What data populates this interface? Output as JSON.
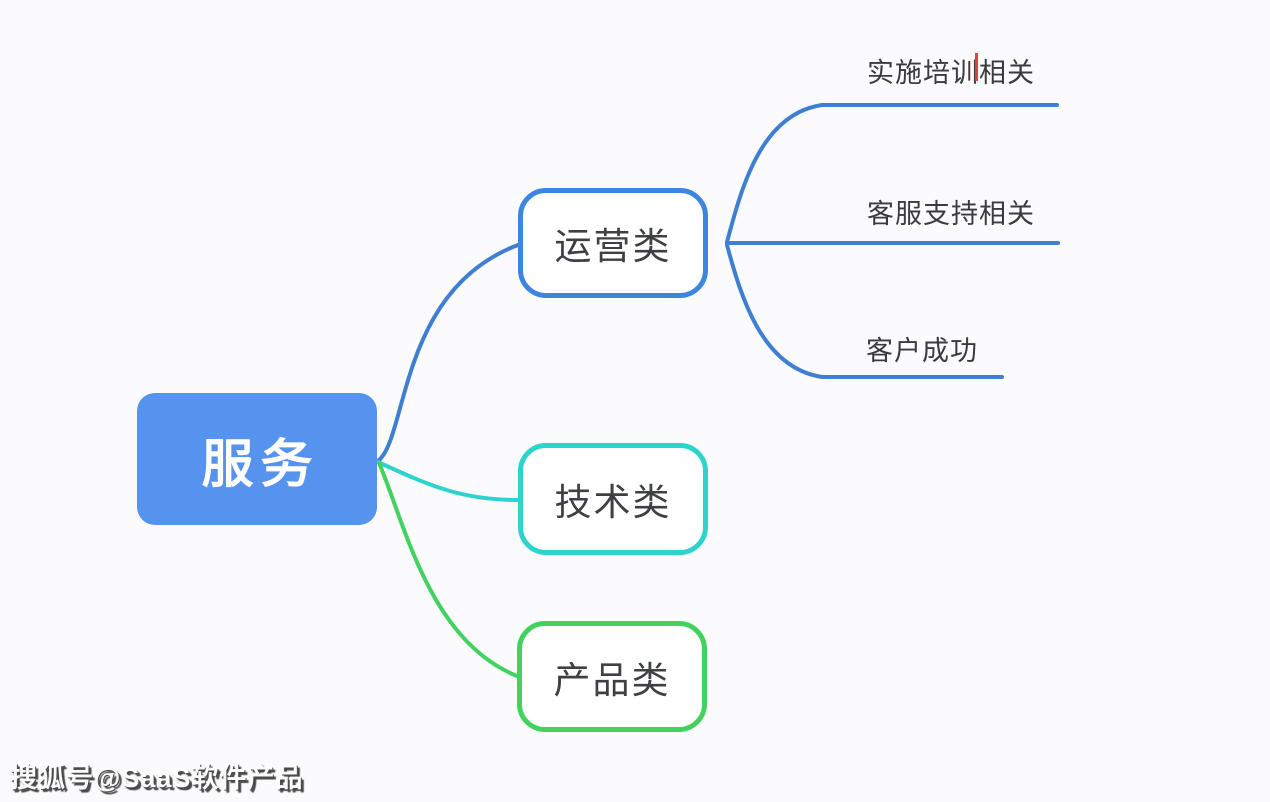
{
  "colors": {
    "background": "#fbfafc",
    "root_fill": "#5593ef",
    "root_text": "#ffffff",
    "blue_border": "#3c86df",
    "blue_line": "#3e7fd2",
    "cyan": "#2dd3cd",
    "green": "#43d160",
    "node_text": "#3f4043",
    "label_text": "#3a3b3d",
    "cursor_red": "#e04040",
    "watermark_text": "#fcfcfc",
    "watermark_shadow": "#4a4a4a"
  },
  "mindmap": {
    "root": {
      "label": "服务"
    },
    "branches": [
      {
        "label": "运营类",
        "color": "#3c86df",
        "children": [
          {
            "label": "实施培训相关"
          },
          {
            "label": "客服支持相关"
          },
          {
            "label": "客户成功"
          }
        ]
      },
      {
        "label": "技术类",
        "color": "#2dd3cd",
        "children": []
      },
      {
        "label": "产品类",
        "color": "#43d160",
        "children": []
      }
    ]
  },
  "watermark": {
    "text": "搜狐号@SaaS软件产品"
  }
}
